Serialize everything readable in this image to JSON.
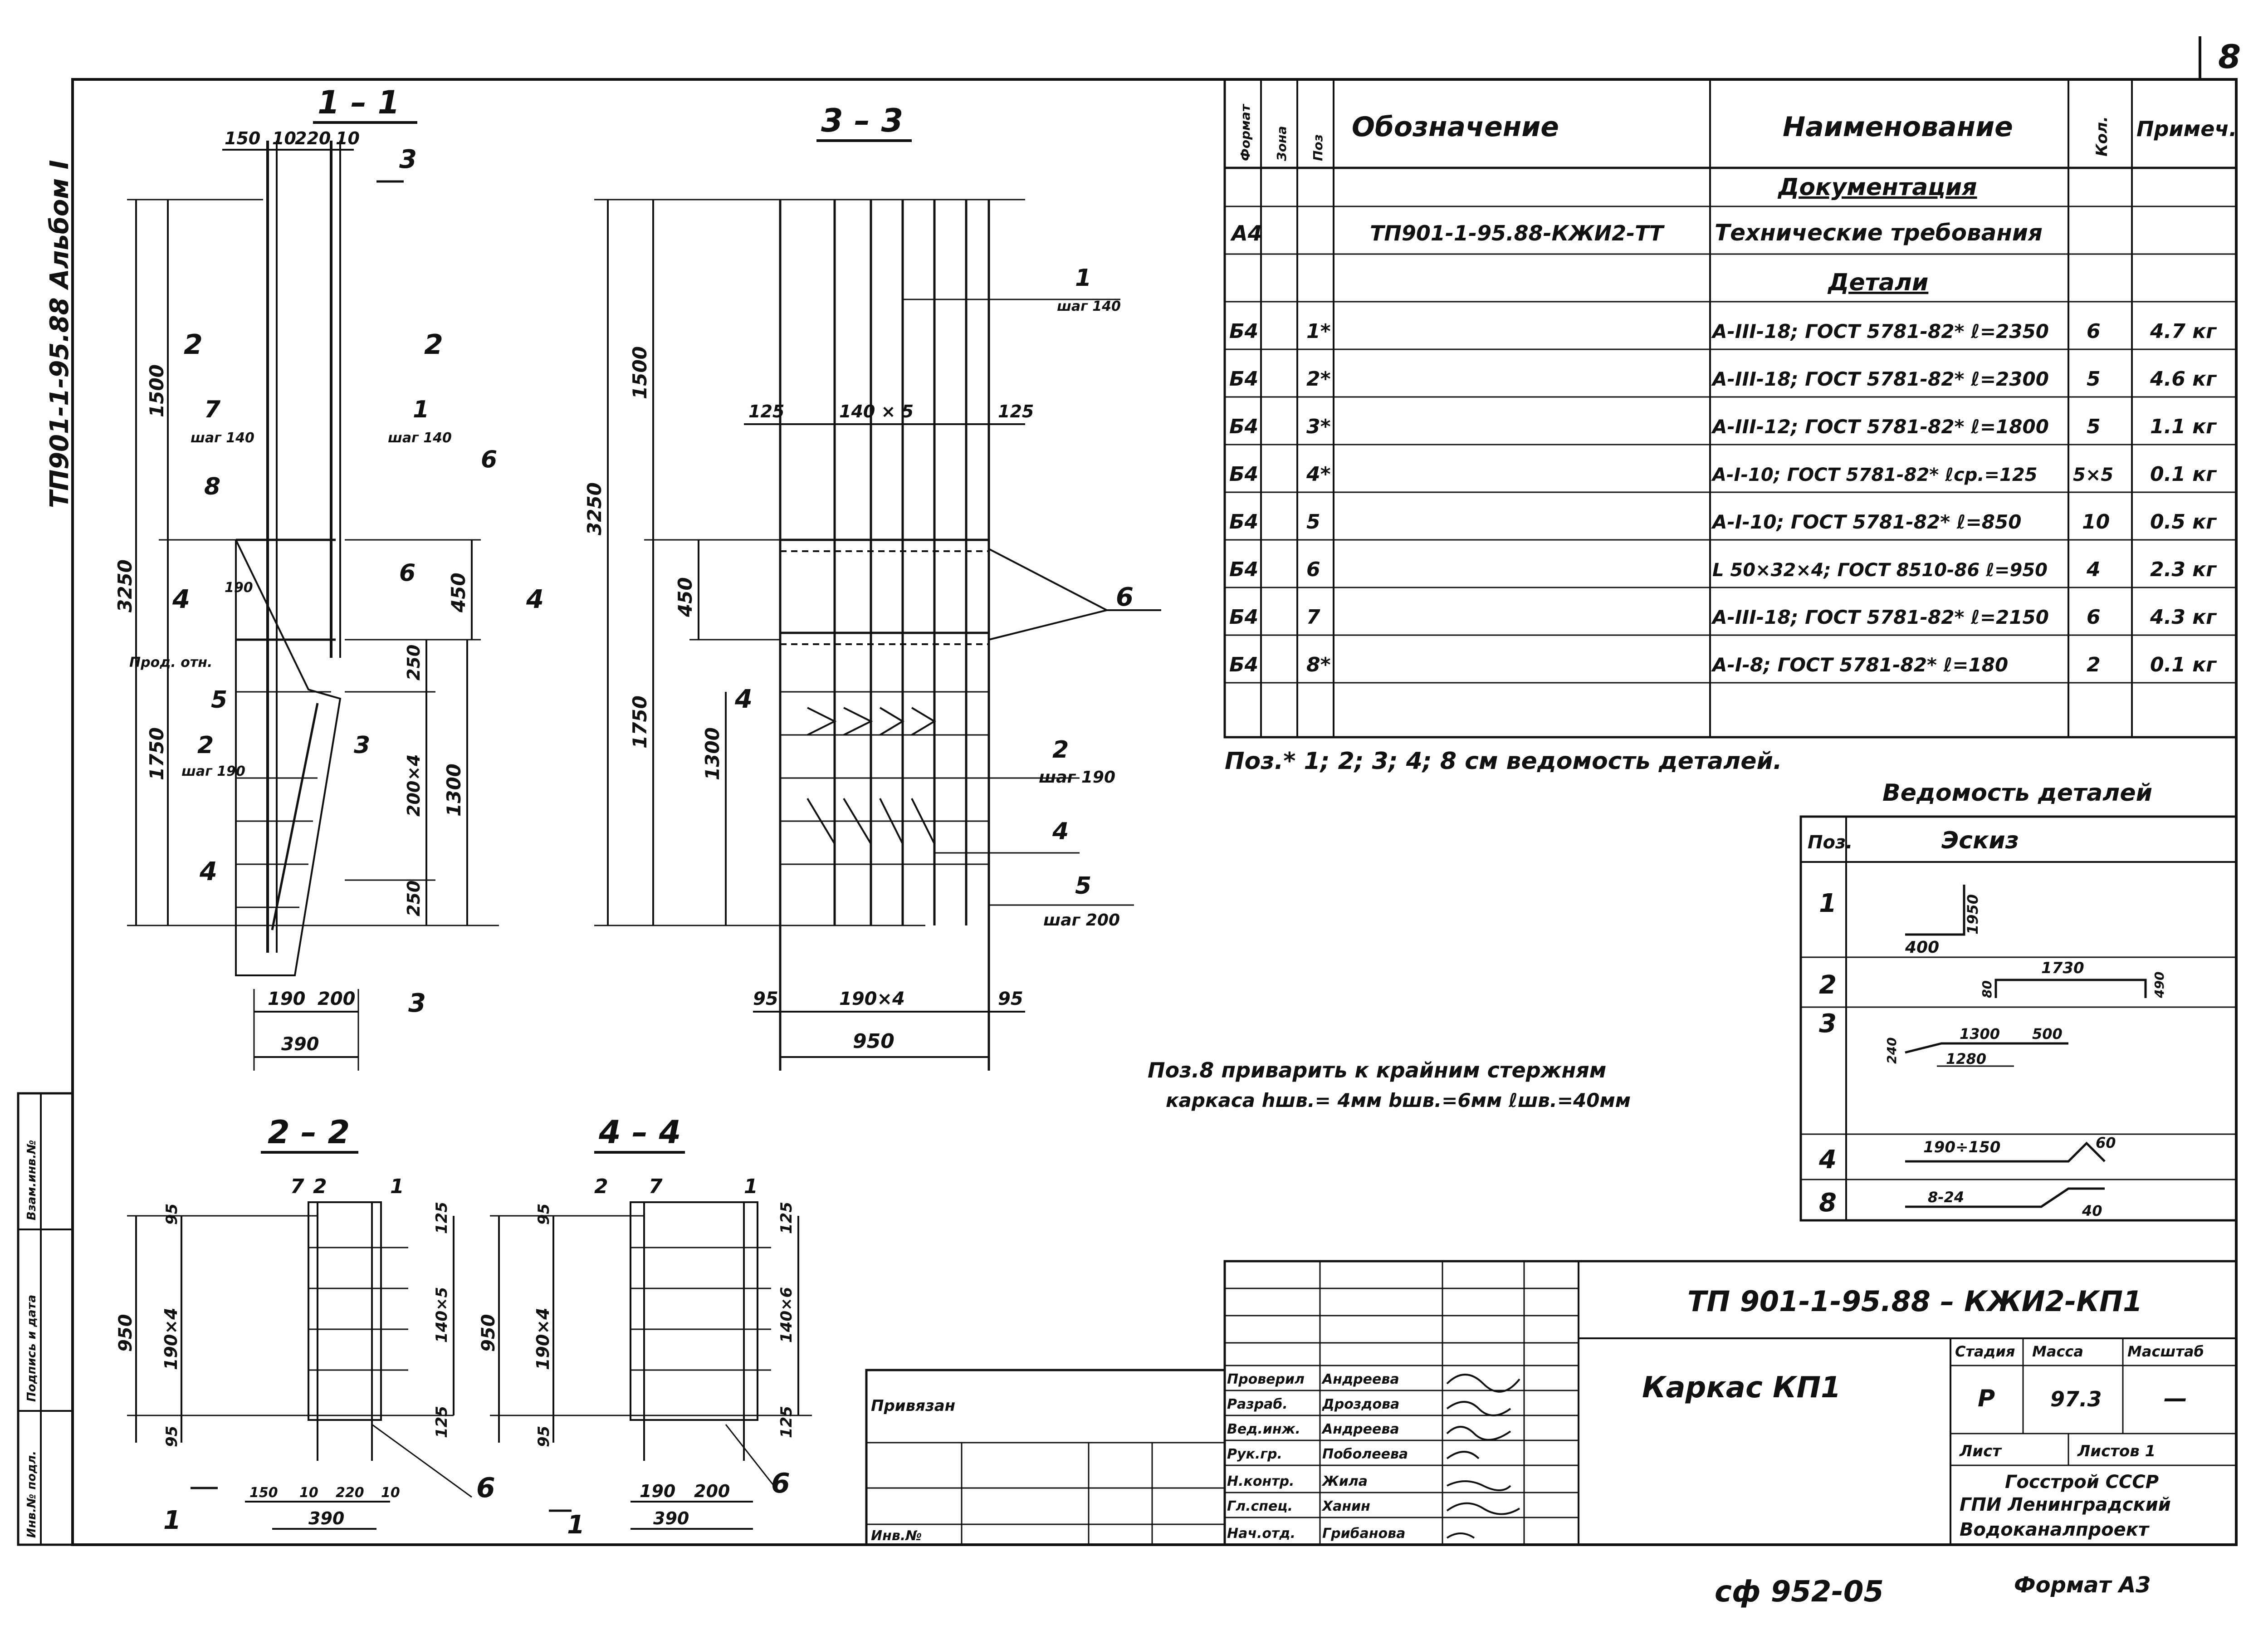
{
  "page_number": "8",
  "album_code": "ТП901-1-95.88 Альбом I",
  "views": {
    "s11": {
      "title": "1 – 1",
      "top_dims": [
        "150",
        "10",
        "220",
        "10"
      ],
      "left_dims": [
        "1500",
        "1750",
        "3250"
      ],
      "right_dims": [
        "450",
        "250",
        "200×4",
        "1300",
        "250"
      ],
      "bottom_dims": [
        "190",
        "200",
        "390"
      ],
      "labels": [
        "3",
        "2",
        "2",
        "1",
        "7",
        "шаг 140",
        "шаг 140",
        "6",
        "8",
        "6",
        "4",
        "4",
        "Прод. отн.",
        "5",
        "2",
        "шаг 190",
        "3",
        "4",
        "3",
        "190"
      ]
    },
    "s33": {
      "title": "3 – 3",
      "left_dims": [
        "1500",
        "3250",
        "450",
        "1750",
        "1300"
      ],
      "top_dims": [
        "125",
        "140 × 5",
        "125"
      ],
      "bottom_dims": [
        "95",
        "190×4",
        "95",
        "950"
      ],
      "labels": [
        "1",
        "шаг 140",
        "6",
        "4",
        "2",
        "шаг 190",
        "4",
        "5",
        "шаг 200"
      ]
    },
    "s22": {
      "title": "2 – 2",
      "dims": [
        "950",
        "190×4",
        "95",
        "95",
        "125",
        "140×5",
        "125",
        "150",
        "10",
        "220",
        "10",
        "390"
      ],
      "labels": [
        "7",
        "2",
        "1",
        "6",
        "1"
      ]
    },
    "s44": {
      "title": "4 – 4",
      "dims": [
        "950",
        "190×4",
        "95",
        "95",
        "125",
        "140×6",
        "125",
        "190",
        "200",
        "390"
      ],
      "labels": [
        "2",
        "7",
        "1",
        "6",
        "1"
      ]
    }
  },
  "spec": {
    "headers": [
      "Формат",
      "Зона",
      "Поз",
      "Обозначение",
      "Наименование",
      "Кол.",
      "Примеч."
    ],
    "section_docs": "Документация",
    "doc_row": {
      "format": "А4",
      "designation": "ТП901-1-95.88-КЖИ2-ТТ",
      "name": "Технические требования"
    },
    "section_parts": "Детали",
    "rows": [
      {
        "format": "Б4",
        "pos": "1*",
        "name": "А-III-18; ГОСТ 5781-82* ℓ=2350",
        "qty": "6",
        "note": "4.7 кг"
      },
      {
        "format": "Б4",
        "pos": "2*",
        "name": "А-III-18; ГОСТ 5781-82* ℓ=2300",
        "qty": "5",
        "note": "4.6 кг"
      },
      {
        "format": "Б4",
        "pos": "3*",
        "name": "А-III-12; ГОСТ 5781-82* ℓ=1800",
        "qty": "5",
        "note": "1.1 кг"
      },
      {
        "format": "Б4",
        "pos": "4*",
        "name": "А-I-10; ГОСТ 5781-82* ℓср.=125",
        "qty": "5×5",
        "note": "0.1 кг"
      },
      {
        "format": "Б4",
        "pos": "5",
        "name": "А-I-10; ГОСТ 5781-82* ℓ=850",
        "qty": "10",
        "note": "0.5 кг"
      },
      {
        "format": "Б4",
        "pos": "6",
        "name": "L 50×32×4; ГОСТ 8510-86 ℓ=950",
        "qty": "4",
        "note": "2.3 кг"
      },
      {
        "format": "Б4",
        "pos": "7",
        "name": "А-III-18; ГОСТ 5781-82* ℓ=2150",
        "qty": "6",
        "note": "4.3 кг"
      },
      {
        "format": "Б4",
        "pos": "8*",
        "name": "А-I-8; ГОСТ 5781-82* ℓ=180",
        "qty": "2",
        "note": "0.1 кг"
      }
    ],
    "footnote": "Поз.* 1; 2; 3; 4; 8 см ведомость деталей."
  },
  "details": {
    "title": "Ведомость деталей",
    "headers": [
      "Поз.",
      "Эскиз"
    ],
    "rows": [
      {
        "pos": "1",
        "dims": [
          "400",
          "1950"
        ]
      },
      {
        "pos": "2",
        "dims": [
          "1730",
          "80",
          "490"
        ]
      },
      {
        "pos": "3",
        "dims": [
          "1300",
          "500",
          "1280",
          "240"
        ]
      },
      {
        "pos": "4",
        "dims": [
          "190÷150",
          "60"
        ]
      },
      {
        "pos": "8",
        "dims": [
          "8-24",
          "40"
        ]
      }
    ]
  },
  "weld_note": [
    "Поз.8 приварить к крайним стержням",
    "каркаса hшв.= 4мм  bшв.=6мм  ℓшв.=40мм"
  ],
  "stamp": {
    "code": "ТП 901-1-95.88 – КЖИ2-КП1",
    "object_name": "Каркас КП1",
    "stage_header": "Стадия",
    "mass_header": "Масса",
    "scale_header": "Масштаб",
    "stage": "Р",
    "mass": "97.3",
    "scale": "—",
    "sheet_label": "Лист",
    "sheets_label": "Листов 1",
    "org": [
      "Госстрой СССР",
      "ГПИ Ленинградский",
      "Водоканалпроект"
    ],
    "staff": [
      {
        "role": "Проверил",
        "name": "Андреева"
      },
      {
        "role": "Разраб.",
        "name": "Дроздова"
      },
      {
        "role": "Вед.инж.",
        "name": "Андреева"
      },
      {
        "role": "Рук.гр.",
        "name": "Поболеева"
      },
      {
        "role": "Н.контр.",
        "name": "Жила"
      },
      {
        "role": "Гл.спец.",
        "name": "Ханин"
      },
      {
        "role": "Нач.отд.",
        "name": "Грибанова"
      }
    ]
  },
  "privyazan": "Привязан",
  "inv_no": "Инв.№",
  "left_stamp": [
    "Взам.инв.№",
    "Подпись и дата",
    "Инв.№ подл."
  ],
  "archive": "сф 952-05",
  "format_label": "Формат А3"
}
